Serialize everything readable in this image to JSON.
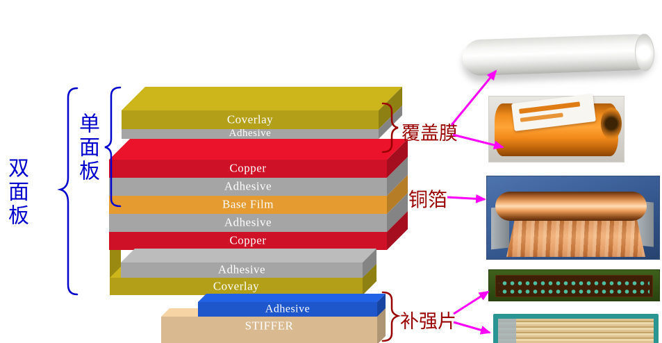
{
  "labels": {
    "double_sided": "双面板",
    "single_sided": "单面板",
    "coverlay_cn": "覆盖膜",
    "copper_foil_cn": "铜箔",
    "stiffener_cn": "补强片"
  },
  "colors": {
    "blue_label": "#0000cc",
    "dark_red_label": "#990000",
    "arrow_magenta": "#ff00ff"
  },
  "stack": {
    "layers": [
      {
        "label": "Coverlay",
        "color": "#b3a018"
      },
      {
        "label": "Adhesive",
        "color": "#a5a5a5"
      },
      {
        "label": "Copper",
        "color": "#ce1126"
      },
      {
        "label": "Adhesive",
        "color": "#a5a5a5"
      },
      {
        "label": "Base Film",
        "color": "#e59b2f"
      },
      {
        "label": "Adhesive",
        "color": "#a5a5a5"
      },
      {
        "label": "Copper",
        "color": "#ce1126"
      },
      {
        "label": "Adhesive",
        "color": "#a5a5a5"
      },
      {
        "label": "Coverlay",
        "color": "#b3a018"
      },
      {
        "label": "Adhesive",
        "color": "#1e56cb"
      },
      {
        "label": "STIFFER",
        "color": "#d9ba90"
      }
    ]
  },
  "photos": [
    {
      "name": "coverlay-film-roll-white"
    },
    {
      "name": "coverlay-roll-orange"
    },
    {
      "name": "copper-foil-roll"
    },
    {
      "name": "stiffener-strip"
    },
    {
      "name": "stiffener-panel"
    }
  ]
}
